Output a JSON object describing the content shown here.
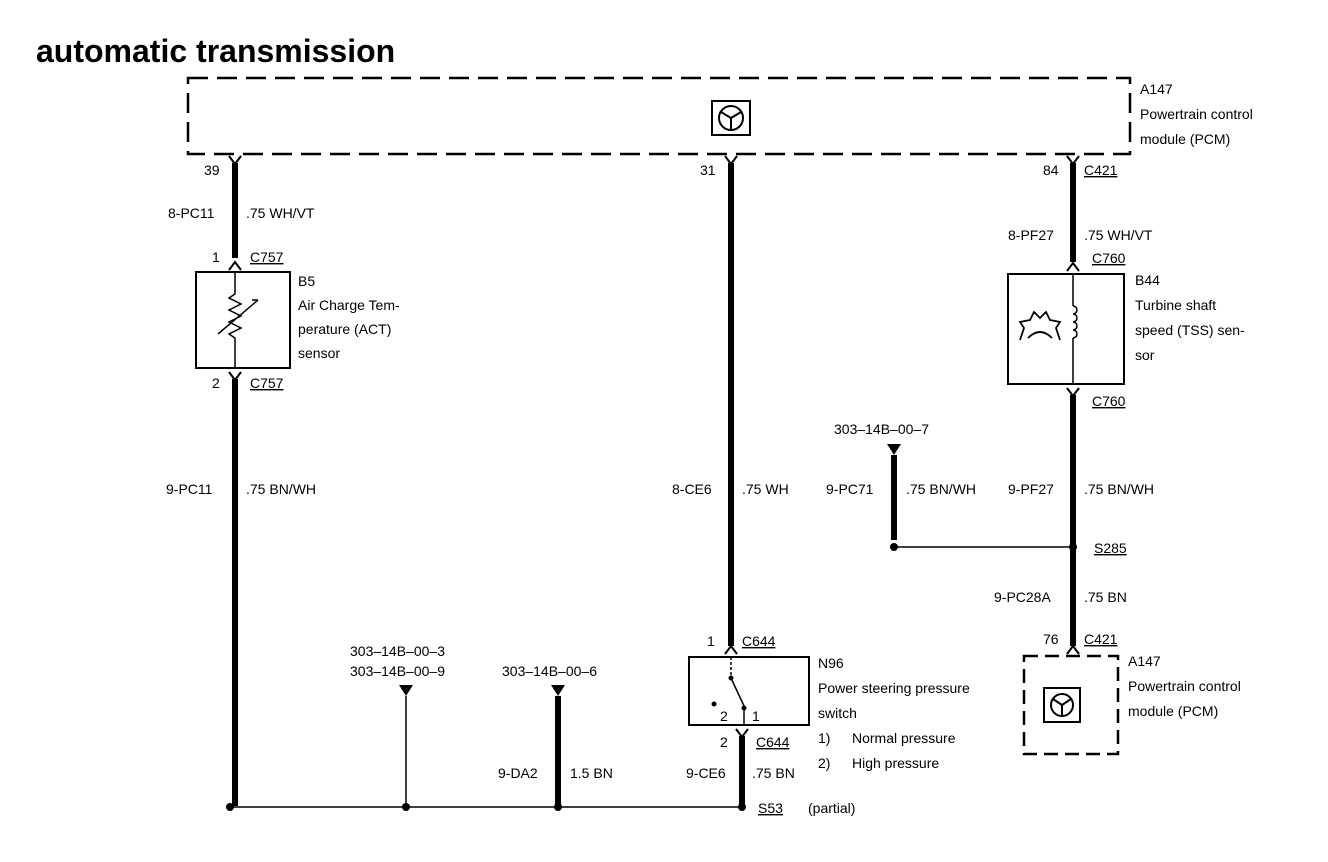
{
  "title": "automatic transmission",
  "pcm_top": {
    "id": "A147",
    "name_line1": "Powertrain control",
    "name_line2": "module (PCM)",
    "pin_left": "39",
    "pin_mid": "31",
    "pin_right": "84",
    "connector_right": "C421"
  },
  "wires": {
    "act_signal": {
      "circuit": "8-PC11",
      "spec": ".75 WH/VT"
    },
    "act_ground": {
      "circuit": "9-PC11",
      "spec": ".75 BN/WH"
    },
    "ps_signal": {
      "circuit": "8-CE6",
      "spec": ".75 WH"
    },
    "ps_ground": {
      "circuit": "9-CE6",
      "spec": ".75 BN"
    },
    "tss_signal": {
      "circuit": "8-PF27",
      "spec": ".75 WH/VT"
    },
    "tss_ground": {
      "circuit": "9-PF27",
      "spec": ".75 BN/WH"
    },
    "pc71": {
      "circuit": "9-PC71",
      "spec": ".75 BN/WH"
    },
    "pc28a": {
      "circuit": "9-PC28A",
      "spec": ".75 BN"
    },
    "da2": {
      "circuit": "9-DA2",
      "spec": "1.5 BN"
    }
  },
  "act_sensor": {
    "id": "B5",
    "line1": "Air Charge Tem-",
    "line2": "perature (ACT)",
    "line3": "sensor",
    "connector_top": "C757",
    "connector_bottom": "C757",
    "pin_top": "1",
    "pin_bottom": "2"
  },
  "tss_sensor": {
    "id": "B44",
    "line1": "Turbine shaft",
    "line2": "speed (TSS) sen-",
    "line3": "sor",
    "connector_top": "C760",
    "connector_bottom": "C760"
  },
  "ps_switch": {
    "id": "N96",
    "line1": "Power steering pressure",
    "line2": "switch",
    "note1_num": "1)",
    "note1_text": "Normal pressure",
    "note2_num": "2)",
    "note2_text": "High pressure",
    "connector_top": "C644",
    "connector_bottom": "C644",
    "pin_top": "1",
    "pin_bottom": "2",
    "pos2": "2",
    "pos1": "1"
  },
  "pcm_bottom": {
    "id": "A147",
    "name_line1": "Powertrain control",
    "name_line2": "module (PCM)",
    "pin": "76",
    "connector": "C421"
  },
  "refs": {
    "ref_7": "303–14B–00–7",
    "ref_3": "303–14B–00–3",
    "ref_9": "303–14B–00–9",
    "ref_6": "303–14B–00–6"
  },
  "splices": {
    "s285": "S285",
    "s53": "S53",
    "s53_note": "(partial)"
  }
}
